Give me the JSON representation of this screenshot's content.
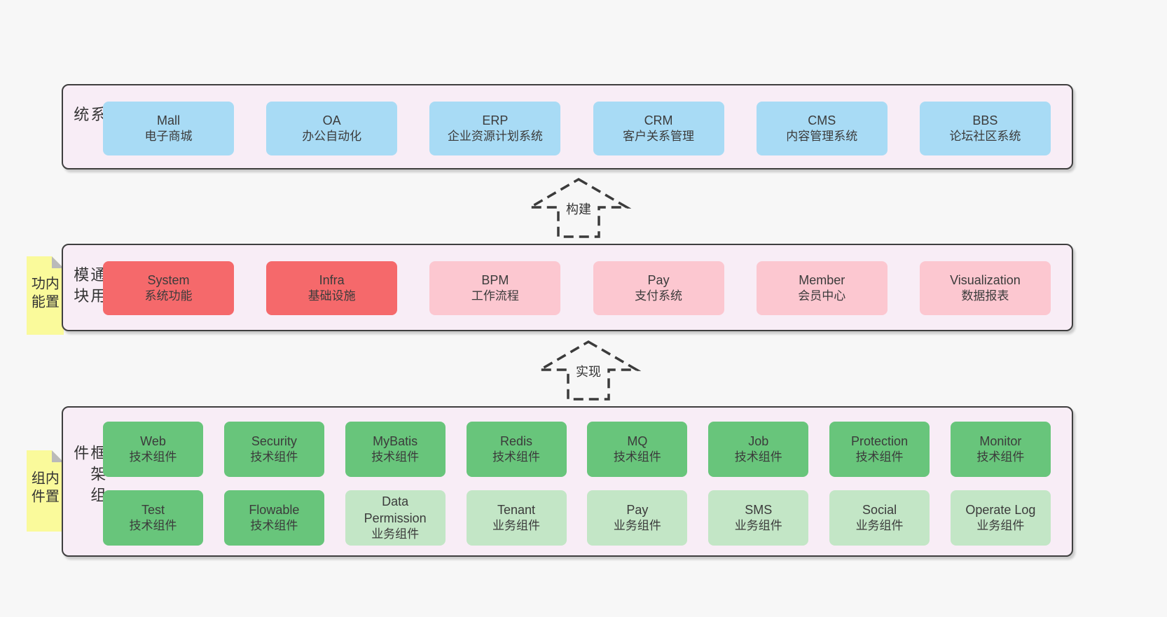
{
  "colors": {
    "canvas_bg": "#f7f7f7",
    "band_bg": "#f8edf6",
    "band_border": "#3f3f3f",
    "box_blue": "#a8dbf5",
    "box_red": "#f5696b",
    "box_pink": "#fcc7d0",
    "box_green": "#68c57b",
    "box_green_light": "#c3e6c6",
    "sticky_yellow": "#fafa9b",
    "fold_gray": "#bababa",
    "text": "#3b3b3b"
  },
  "arrows": [
    {
      "label": "构建"
    },
    {
      "label": "实现"
    }
  ],
  "bands": [
    {
      "label": "业务系统",
      "rows": [
        [
          {
            "name": "Mall",
            "sub": "电子商城",
            "variant": "blue"
          },
          {
            "name": "OA",
            "sub": "办公自动化",
            "variant": "blue"
          },
          {
            "name": "ERP",
            "sub": "企业资源计划系统",
            "variant": "blue"
          },
          {
            "name": "CRM",
            "sub": "客户关系管理",
            "variant": "blue"
          },
          {
            "name": "CMS",
            "sub": "内容管理系统",
            "variant": "blue"
          },
          {
            "name": "BBS",
            "sub": "论坛社区系统",
            "variant": "blue"
          }
        ]
      ]
    },
    {
      "label": "通用模块",
      "sticky": "内置功能",
      "rows": [
        [
          {
            "name": "System",
            "sub": "系统功能",
            "variant": "red"
          },
          {
            "name": "Infra",
            "sub": "基础设施",
            "variant": "red"
          },
          {
            "name": "BPM",
            "sub": "工作流程",
            "variant": "pink"
          },
          {
            "name": "Pay",
            "sub": "支付系统",
            "variant": "pink"
          },
          {
            "name": "Member",
            "sub": "会员中心",
            "variant": "pink"
          },
          {
            "name": "Visualization",
            "sub": "数据报表",
            "variant": "pink"
          }
        ]
      ]
    },
    {
      "label": "框架组件",
      "sticky": "内置组件",
      "rows": [
        [
          {
            "name": "Web",
            "sub": "技术组件",
            "variant": "green"
          },
          {
            "name": "Security",
            "sub": "技术组件",
            "variant": "green"
          },
          {
            "name": "MyBatis",
            "sub": "技术组件",
            "variant": "green"
          },
          {
            "name": "Redis",
            "sub": "技术组件",
            "variant": "green"
          },
          {
            "name": "MQ",
            "sub": "技术组件",
            "variant": "green"
          },
          {
            "name": "Job",
            "sub": "技术组件",
            "variant": "green"
          },
          {
            "name": "Protection",
            "sub": "技术组件",
            "variant": "green"
          },
          {
            "name": "Monitor",
            "sub": "技术组件",
            "variant": "green"
          }
        ],
        [
          {
            "name": "Test",
            "sub": "技术组件",
            "variant": "green"
          },
          {
            "name": "Flowable",
            "sub": "技术组件",
            "variant": "green"
          },
          {
            "name": "Data Permission",
            "sub": "业务组件",
            "variant": "lightgreen"
          },
          {
            "name": "Tenant",
            "sub": "业务组件",
            "variant": "lightgreen"
          },
          {
            "name": "Pay",
            "sub": "业务组件",
            "variant": "lightgreen"
          },
          {
            "name": "SMS",
            "sub": "业务组件",
            "variant": "lightgreen"
          },
          {
            "name": "Social",
            "sub": "业务组件",
            "variant": "lightgreen"
          },
          {
            "name": "Operate Log",
            "sub": "业务组件",
            "variant": "lightgreen"
          }
        ]
      ]
    }
  ]
}
